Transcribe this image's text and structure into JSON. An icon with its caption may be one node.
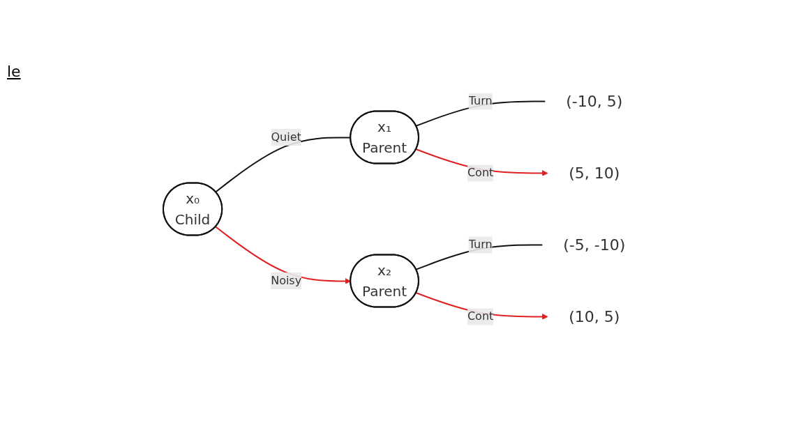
{
  "diagram": {
    "nodes": [
      {
        "text": [
          "x₀",
          "Child"
        ]
      },
      {
        "text": [
          "x₁",
          "Parent"
        ]
      },
      {
        "text": [
          "x₂",
          "Parent"
        ]
      },
      {
        "text": [
          "(-10, 5)"
        ]
      },
      {
        "text": [
          "(5, 10)"
        ]
      },
      {
        "text": [
          "(-5, -10)"
        ]
      },
      {
        "text": [
          "(10, 5)"
        ]
      }
    ],
    "edges": [
      {
        "from": 0,
        "to": 1,
        "arrow": "none",
        "label": "Quiet"
      },
      {
        "from": 0,
        "to": 2,
        "arrow": "to",
        "label": "Noisy",
        "color": "#e02020"
      },
      {
        "from": 1,
        "to": 3,
        "arrow": "none",
        "label": "Turn"
      },
      {
        "from": 1,
        "to": 4,
        "arrow": "to",
        "label": "Cont",
        "color": "#e02020"
      },
      {
        "from": 2,
        "to": 5,
        "arrow": "none",
        "label": "Turn"
      },
      {
        "from": 2,
        "to": 6,
        "arrow": "to",
        "label": "Cont",
        "color": "#e02020"
      }
    ],
    "labels": [
      "le"
    ]
  }
}
